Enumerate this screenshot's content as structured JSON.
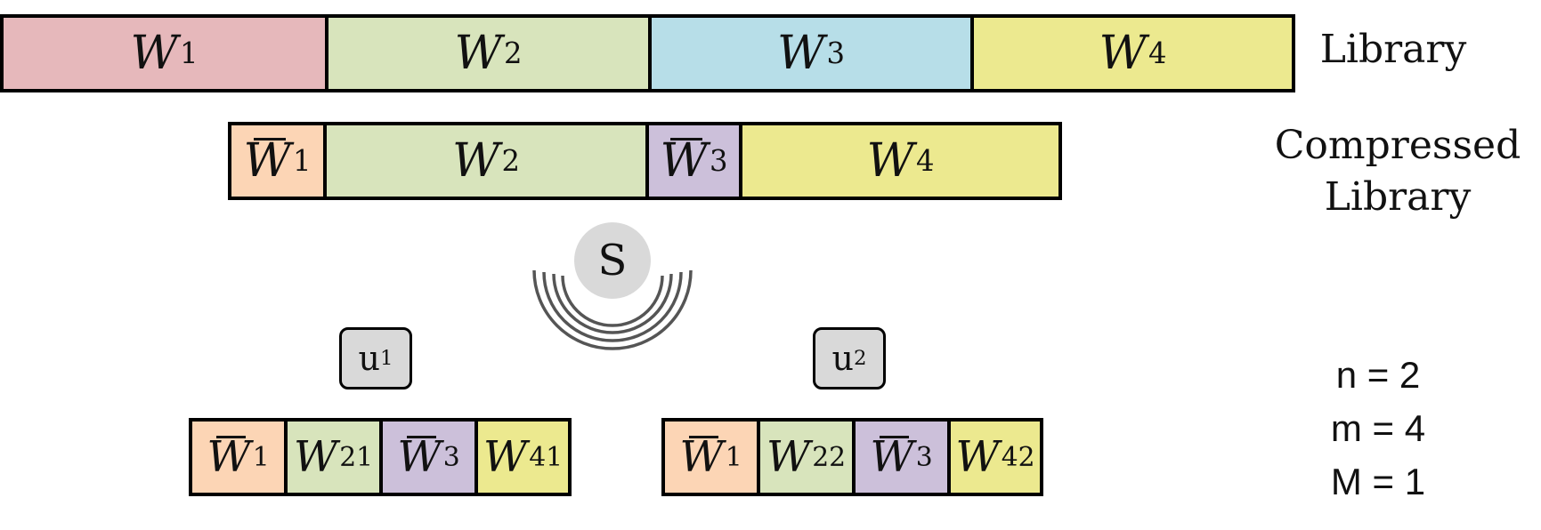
{
  "colors": {
    "w1": "#e6b8bb",
    "w2": "#d8e4bc",
    "w3": "#b7dee8",
    "w4": "#ece98f",
    "w1bar": "#fcd5b5",
    "w3bar": "#ccc0da",
    "server": "#d9d9d9",
    "user": "#d9d9d9"
  },
  "library": {
    "label": "Library",
    "cells": [
      {
        "sym": "W",
        "sub": "1",
        "bar": false,
        "color": "w1"
      },
      {
        "sym": "W",
        "sub": "2",
        "bar": false,
        "color": "w2"
      },
      {
        "sym": "W",
        "sub": "3",
        "bar": false,
        "color": "w3"
      },
      {
        "sym": "W",
        "sub": "4",
        "bar": false,
        "color": "w4"
      }
    ]
  },
  "compressed": {
    "label_line1": "Compressed",
    "label_line2": "Library",
    "cells": [
      {
        "sym": "W",
        "sub": "1",
        "bar": true,
        "color": "w1bar"
      },
      {
        "sym": "W",
        "sub": "2",
        "bar": false,
        "color": "w2"
      },
      {
        "sym": "W",
        "sub": "3",
        "bar": true,
        "color": "w3bar"
      },
      {
        "sym": "W",
        "sub": "4",
        "bar": false,
        "color": "w4"
      }
    ]
  },
  "server": {
    "label": "S"
  },
  "users": [
    {
      "name": "u",
      "sub": "1",
      "cache": [
        {
          "sym": "W",
          "sub": "1",
          "bar": true,
          "color": "w1bar"
        },
        {
          "sym": "W",
          "sub": "21",
          "bar": false,
          "color": "w2"
        },
        {
          "sym": "W",
          "sub": "3",
          "bar": true,
          "color": "w3bar"
        },
        {
          "sym": "W",
          "sub": "41",
          "bar": false,
          "color": "w4"
        }
      ]
    },
    {
      "name": "u",
      "sub": "2",
      "cache": [
        {
          "sym": "W",
          "sub": "1",
          "bar": true,
          "color": "w1bar"
        },
        {
          "sym": "W",
          "sub": "22",
          "bar": false,
          "color": "w2"
        },
        {
          "sym": "W",
          "sub": "3",
          "bar": true,
          "color": "w3bar"
        },
        {
          "sym": "W",
          "sub": "42",
          "bar": false,
          "color": "w4"
        }
      ]
    }
  ],
  "params": [
    "n = 2",
    "m = 4",
    "M = 1"
  ]
}
